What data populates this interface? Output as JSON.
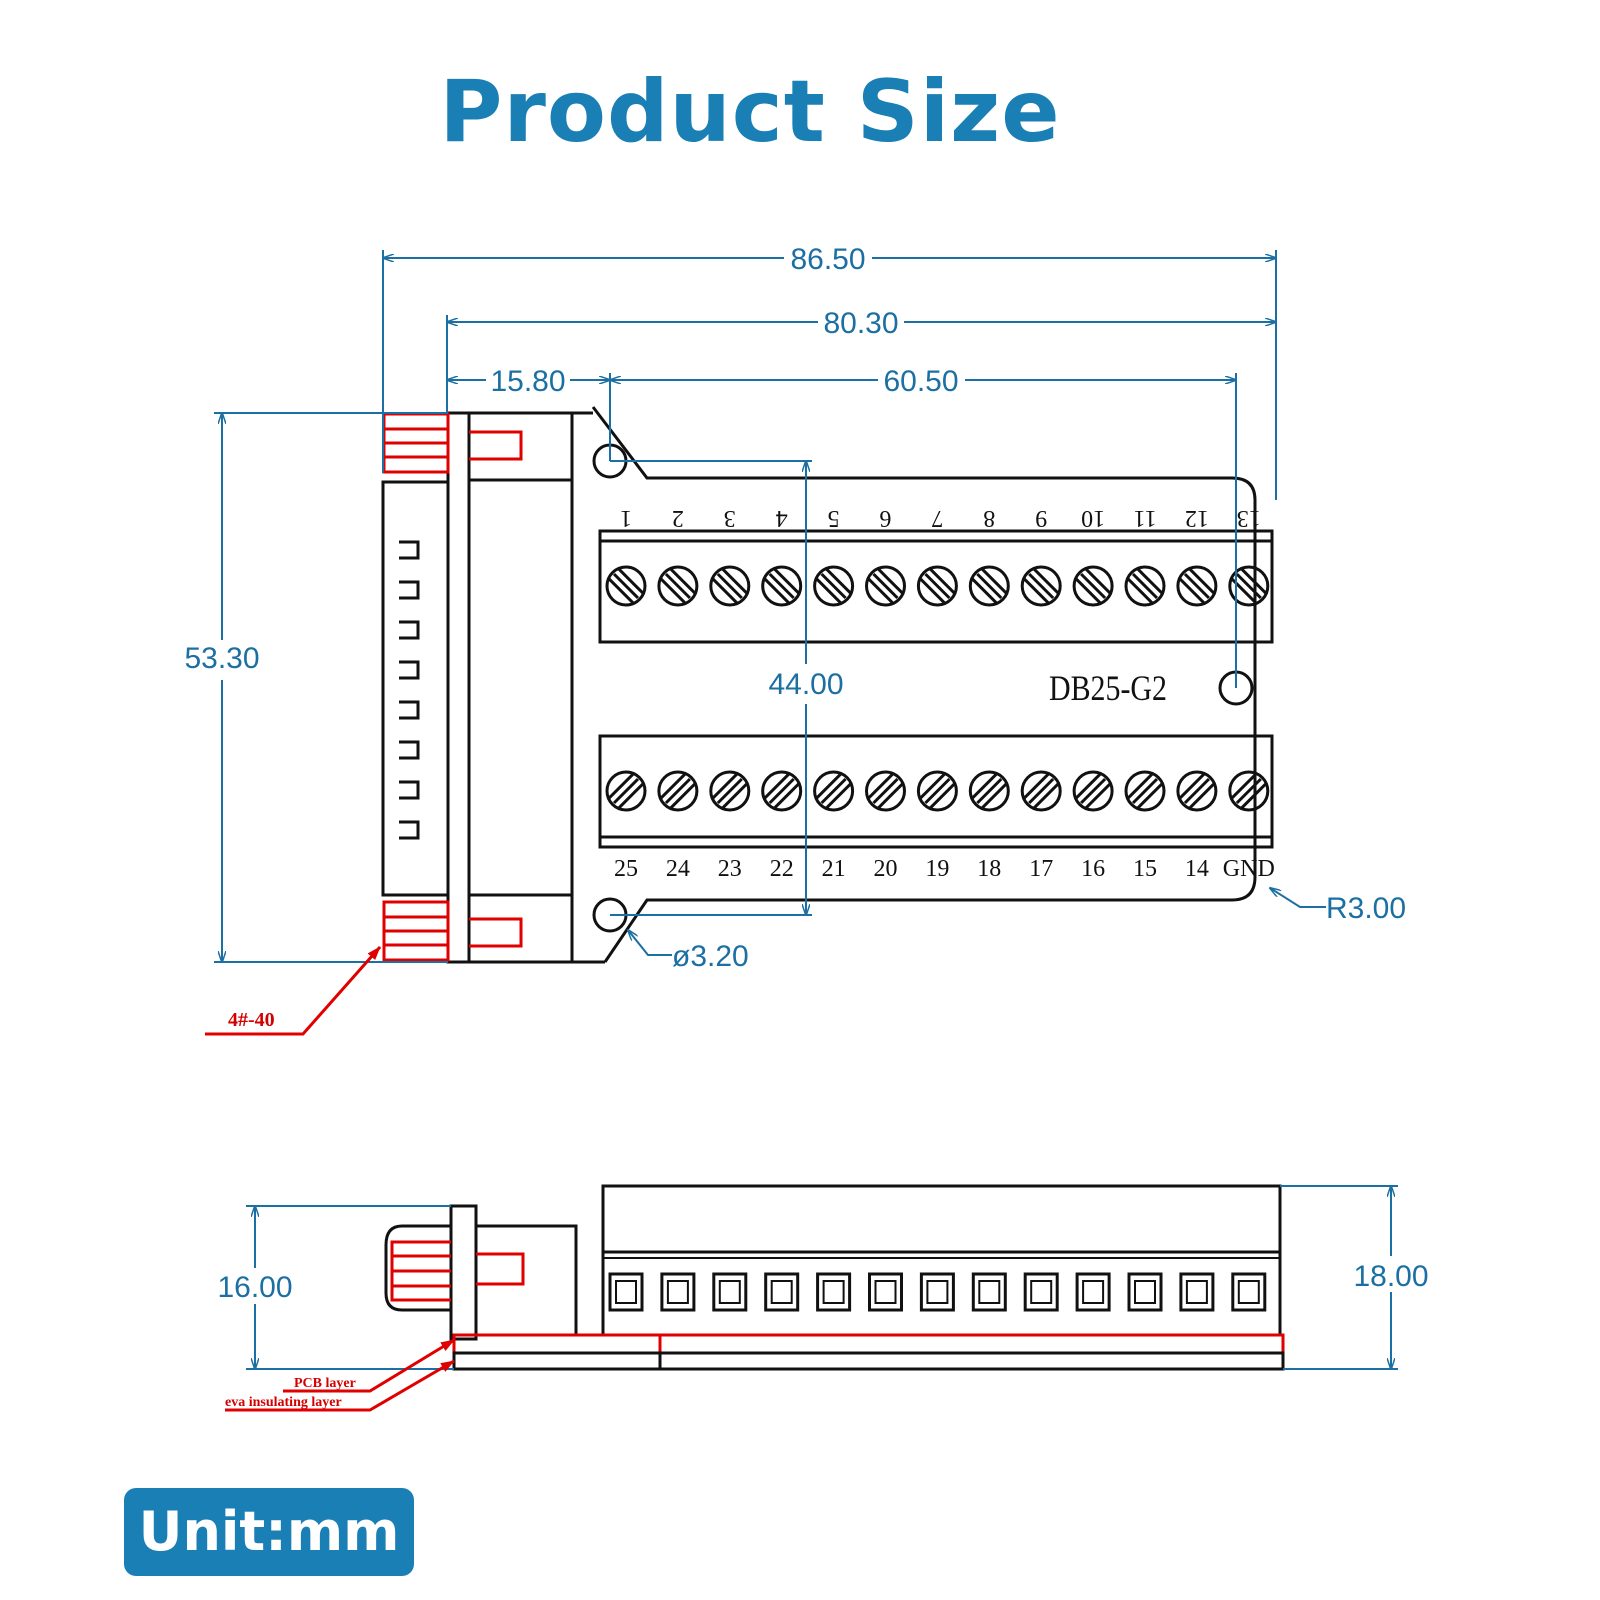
{
  "title": "Product Size",
  "unit_label": "Unit:mm",
  "model_label": "DB25-G2",
  "dimensions": {
    "overall_length": "86.50",
    "board_length": "80.30",
    "connector_offset": "15.80",
    "hole_spacing_h": "60.50",
    "overall_height": "53.30",
    "hole_spacing_v": "44.00",
    "hole_diameter": "ø3.20",
    "corner_radius": "R3.00",
    "side_height_left": "16.00",
    "side_height_right": "18.00"
  },
  "notes": {
    "screw_thread": "4#-40",
    "pcb_layer": "PCB layer",
    "eva_layer": "eva insulating layer"
  },
  "top_pins": [
    "1",
    "2",
    "3",
    "4",
    "5",
    "6",
    "7",
    "8",
    "9",
    "10",
    "11",
    "12",
    "13"
  ],
  "bottom_pins": [
    "25",
    "24",
    "23",
    "22",
    "21",
    "20",
    "19",
    "18",
    "17",
    "16",
    "15",
    "14",
    "GND"
  ],
  "colors": {
    "accent": "#1a7fb5",
    "dimension": "#1c6fa3",
    "outline": "#111111",
    "highlight": "#e00000"
  }
}
